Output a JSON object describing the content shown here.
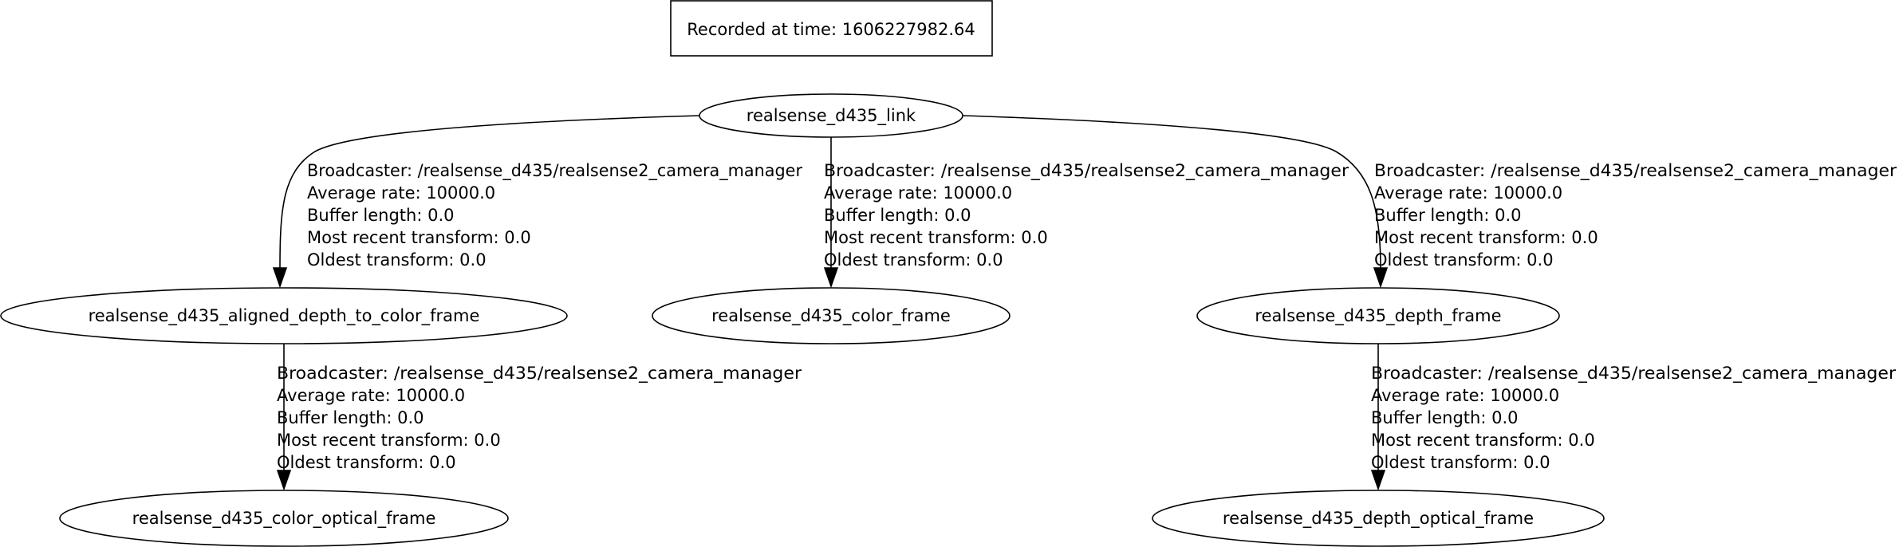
{
  "header": {
    "recorded_label": "Recorded at time: 1606227982.64"
  },
  "nodes": {
    "link": "realsense_d435_link",
    "aligned": "realsense_d435_aligned_depth_to_color_frame",
    "color": "realsense_d435_color_frame",
    "depth": "realsense_d435_depth_frame",
    "color_optical": "realsense_d435_color_optical_frame",
    "depth_optical": "realsense_d435_depth_optical_frame"
  },
  "edges": {
    "link_aligned": {
      "broadcaster": "Broadcaster: /realsense_d435/realsense2_camera_manager",
      "average_rate": "Average rate: 10000.0",
      "buffer_length": "Buffer length: 0.0",
      "most_recent": "Most recent transform: 0.0",
      "oldest": "Oldest transform: 0.0"
    },
    "link_color": {
      "broadcaster": "Broadcaster: /realsense_d435/realsense2_camera_manager",
      "average_rate": "Average rate: 10000.0",
      "buffer_length": "Buffer length: 0.0",
      "most_recent": "Most recent transform: 0.0",
      "oldest": "Oldest transform: 0.0"
    },
    "link_depth": {
      "broadcaster": "Broadcaster: /realsense_d435/realsense2_camera_manager",
      "average_rate": "Average rate: 10000.0",
      "buffer_length": "Buffer length: 0.0",
      "most_recent": "Most recent transform: 0.0",
      "oldest": "Oldest transform: 0.0"
    },
    "aligned_color_optical": {
      "broadcaster": "Broadcaster: /realsense_d435/realsense2_camera_manager",
      "average_rate": "Average rate: 10000.0",
      "buffer_length": "Buffer length: 0.0",
      "most_recent": "Most recent transform: 0.0",
      "oldest": "Oldest transform: 0.0"
    },
    "depth_depth_optical": {
      "broadcaster": "Broadcaster: /realsense_d435/realsense2_camera_manager",
      "average_rate": "Average rate: 10000.0",
      "buffer_length": "Buffer length: 0.0",
      "most_recent": "Most recent transform: 0.0",
      "oldest": "Oldest transform: 0.0"
    }
  }
}
